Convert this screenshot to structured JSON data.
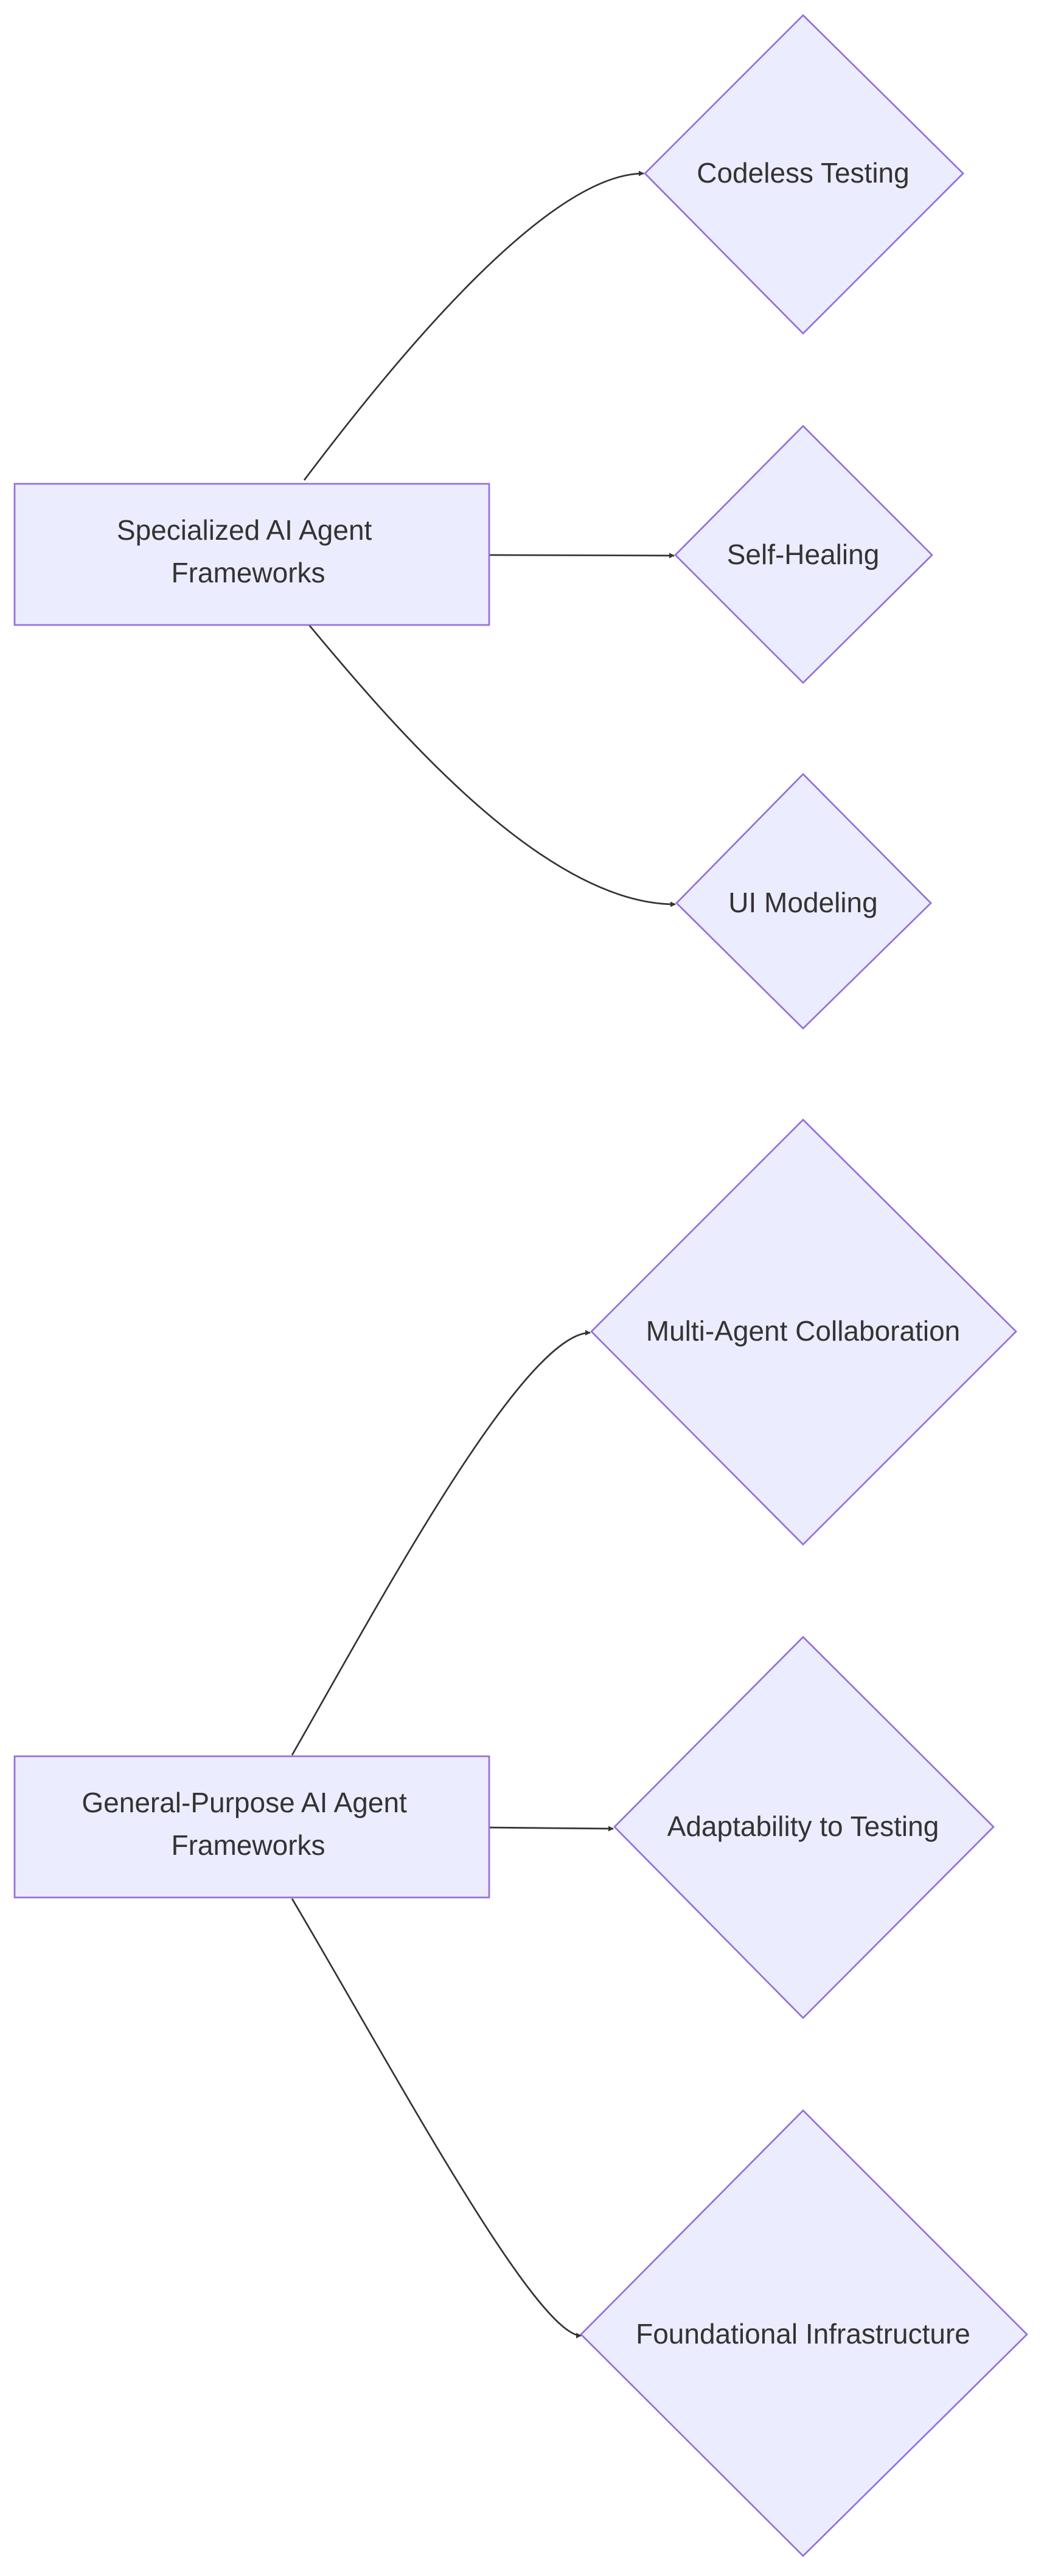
{
  "diagram": {
    "type": "flowchart",
    "colors": {
      "node_fill": "#ECECFF",
      "node_stroke": "#9370DB",
      "edge_stroke": "#333333",
      "text": "#333333",
      "background": "#ffffff"
    },
    "nodes": {
      "specialized": {
        "label_line1": "Specialized AI Agent",
        "label_line2": "Frameworks",
        "shape": "rectangle"
      },
      "codeless": {
        "label": "Codeless Testing",
        "shape": "diamond"
      },
      "self_healing": {
        "label": "Self-Healing",
        "shape": "diamond"
      },
      "ui_modeling": {
        "label": "UI Modeling",
        "shape": "diamond"
      },
      "general": {
        "label_line1": "General-Purpose AI Agent",
        "label_line2": "Frameworks",
        "shape": "rectangle"
      },
      "multi_agent": {
        "label": "Multi-Agent Collaboration",
        "shape": "diamond"
      },
      "adaptability": {
        "label": "Adaptability to Testing",
        "shape": "diamond"
      },
      "foundational": {
        "label": "Foundational Infrastructure",
        "shape": "diamond"
      }
    },
    "edges": [
      {
        "from": "specialized",
        "to": "codeless"
      },
      {
        "from": "specialized",
        "to": "self_healing"
      },
      {
        "from": "specialized",
        "to": "ui_modeling"
      },
      {
        "from": "general",
        "to": "multi_agent"
      },
      {
        "from": "general",
        "to": "adaptability"
      },
      {
        "from": "general",
        "to": "foundational"
      }
    ]
  }
}
